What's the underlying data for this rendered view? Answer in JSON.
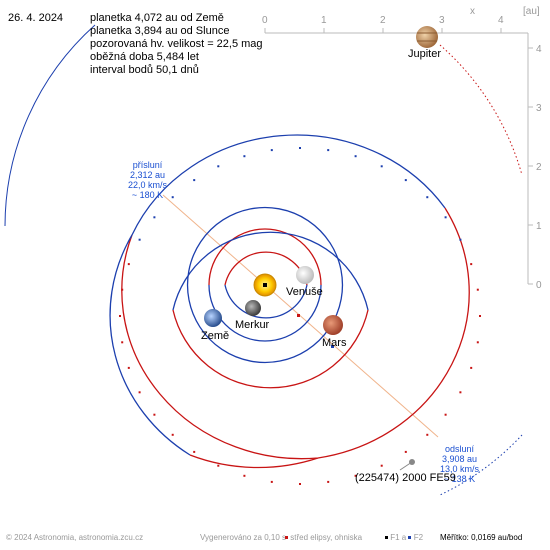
{
  "header": {
    "date": "26. 4. 2024",
    "info_lines": [
      "planetka 4,072 au od Země",
      "planetka 3,894 au od Slunce",
      "pozorovaná hv. velikost = 22,5 mag",
      "oběžná doba 5,484 let",
      "interval bodů 50,1 dnů"
    ]
  },
  "axes": {
    "x_name": "x",
    "unit": "[au]",
    "x_ticks": [
      "0",
      "1",
      "2",
      "3",
      "4"
    ],
    "y_ticks": [
      "4",
      "3",
      "2",
      "1",
      "0"
    ]
  },
  "perihelion": {
    "title": "přísluní",
    "distance": "2,312 au",
    "speed": "22,0 km/s",
    "temp": "~ 180 K"
  },
  "aphelion": {
    "title": "odsluní",
    "distance": "3,908 au",
    "speed": "13,0 km/s",
    "temp": "~ 138 K"
  },
  "planets": {
    "jupiter": "Jupiter",
    "venuse": "Venuše",
    "merkur": "Merkur",
    "zeme": "Země",
    "mars": "Mars"
  },
  "asteroid_label": "(225474) 2000 FE59",
  "footer": {
    "copyright": "© 2024 Astronomia, astronomia.zcu.cz",
    "generated": "Vygenerováno za 0,10 s",
    "legend_center": "střed elipsy, ohniska",
    "legend_f1": "F1 a",
    "legend_f2": "F2",
    "scale": "Měřítko: 0,0169 au/bod"
  },
  "colors": {
    "orbit_above": "#c81414",
    "orbit_below": "#1c3fae",
    "label_blue": "#1a4fd1",
    "apsis_line": "#f0b48c",
    "axis": "#bbbbbb"
  }
}
